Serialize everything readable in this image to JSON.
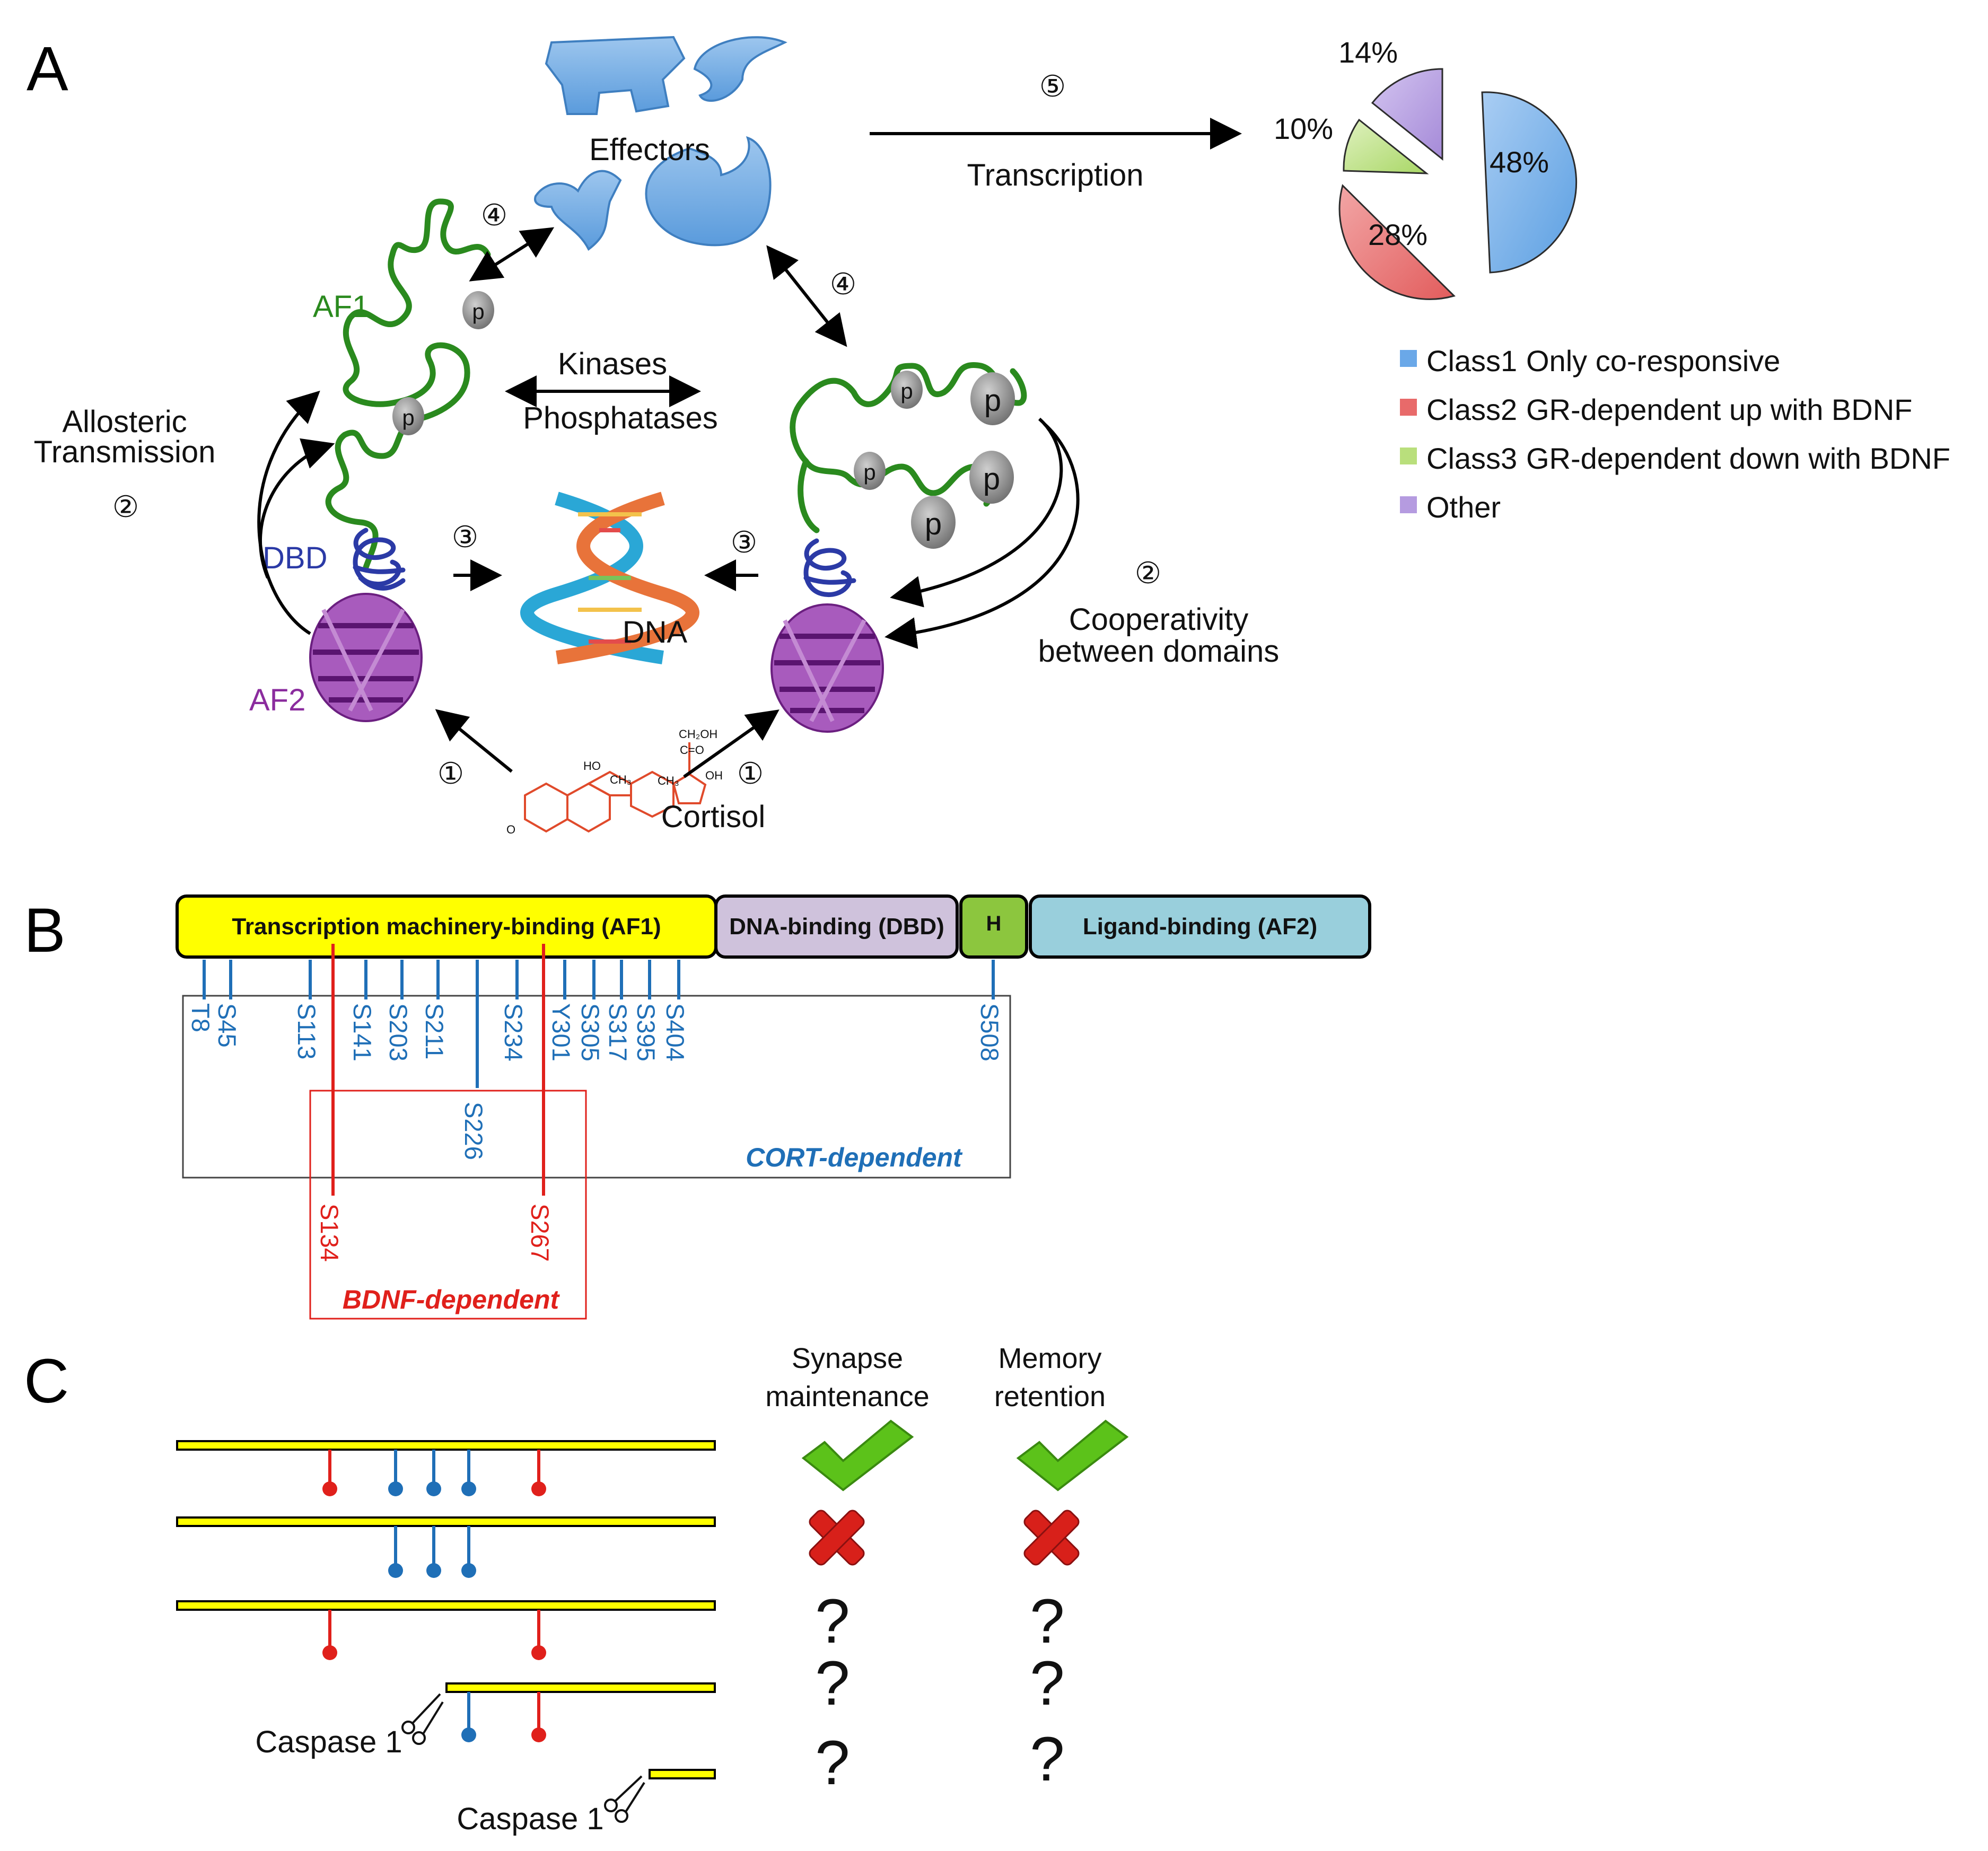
{
  "panelA": {
    "letter": "A",
    "effectors": "Effectors",
    "transcription": "Transcription",
    "af1": "AF1",
    "af2": "AF2",
    "dbd": "DBD",
    "dna": "DNA",
    "cortisol": "Cortisol",
    "kinases": "Kinases",
    "phosphatases": "Phosphatases",
    "allosteric_line1": "Allosteric",
    "allosteric_line2": "Transmission",
    "coop_line1": "Cooperativity",
    "coop_line2": "between domains",
    "phospho": "p",
    "steps": {
      "s1": "①",
      "s2": "②",
      "s3": "③",
      "s4": "④",
      "s5": "⑤"
    },
    "af1_color": "#2a8a1e",
    "af2_color": "#8b2c9e",
    "dbd_color": "#2b3aa6"
  },
  "pie": {
    "labels": [
      "48%",
      "28%",
      "10%",
      "14%"
    ],
    "colors": [
      "#6aa8e8",
      "#e86a6a",
      "#b9df7c",
      "#b59be0"
    ]
  },
  "legend": [
    {
      "cls": "Class1",
      "desc": "Only co-responsive",
      "color": "#6aa8e8"
    },
    {
      "cls": "Class2",
      "desc": "GR-dependent up with BDNF",
      "color": "#e86a6a"
    },
    {
      "cls": "Class3",
      "desc": "GR-dependent down with BDNF",
      "color": "#b9df7c"
    },
    {
      "cls": "Other",
      "desc": "",
      "color": "#b59be0"
    }
  ],
  "panelB": {
    "letter": "B",
    "domains": {
      "af1": "Transcription machinery-binding (AF1)",
      "dbd": "DNA-binding (DBD)",
      "h": "H",
      "af2": "Ligand-binding (AF2)"
    },
    "domain_colors": {
      "af1": "#ffff00",
      "dbd": "#cfc2dc",
      "h": "#8cc63e",
      "af2": "#99cfdc"
    },
    "sites_cort": [
      "T8",
      "S45",
      "S113",
      "S141",
      "S203",
      "S211",
      "S226",
      "S234",
      "Y301",
      "S305",
      "S317",
      "S395",
      "S404",
      "S508"
    ],
    "sites_bdnf": [
      "S134",
      "S267"
    ],
    "cort_label": "CORT-dependent",
    "bdnf_label": "BDNF-dependent"
  },
  "panelC": {
    "letter": "C",
    "col1_line1": "Synapse",
    "col1_line2": "maintenance",
    "col2_line1": "Memory",
    "col2_line2": "retention",
    "caspase": "Caspase 1",
    "question": "?",
    "check_color": "#5cc21a",
    "cross_color": "#d8201a"
  }
}
